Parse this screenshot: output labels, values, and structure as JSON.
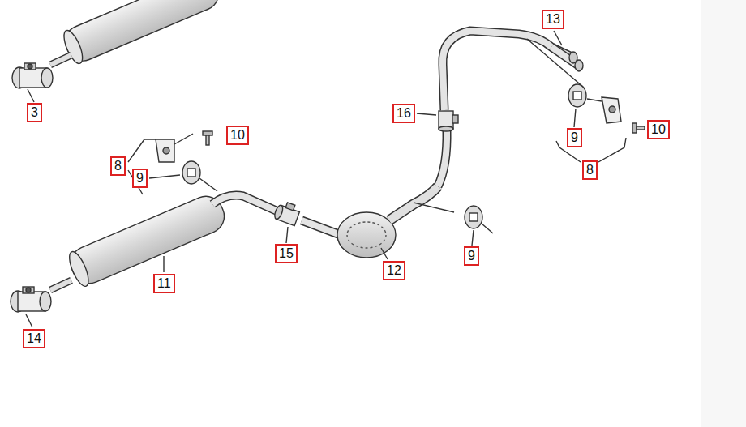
{
  "diagram": {
    "labels": [
      "3",
      "13",
      "16",
      "10",
      "10",
      "8",
      "9",
      "9",
      "8",
      "15",
      "12",
      "9",
      "11",
      "14"
    ]
  }
}
